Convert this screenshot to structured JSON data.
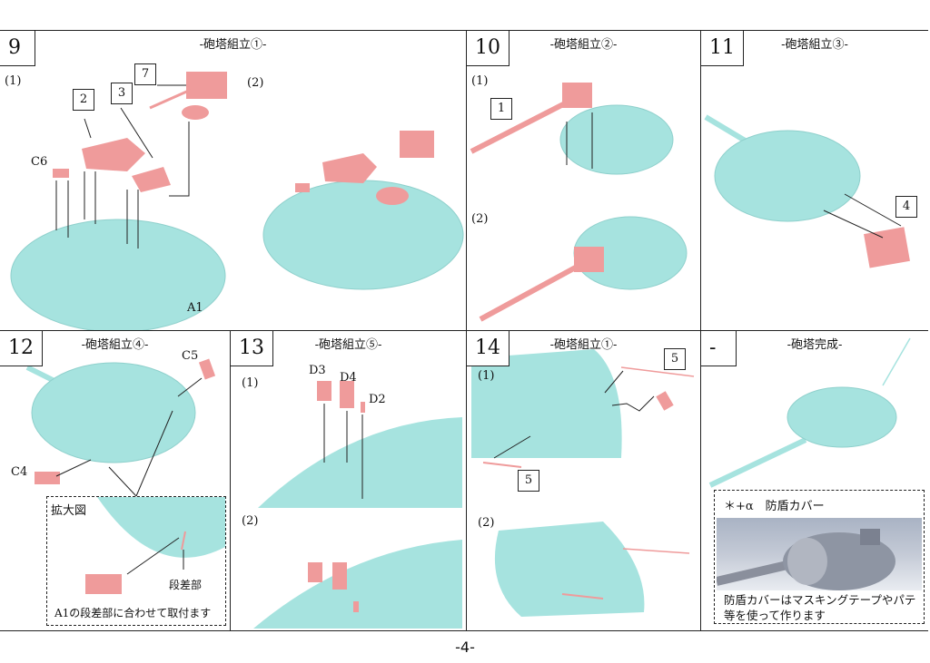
{
  "steps": [
    {
      "num": "9",
      "title": "-砲塔組立①-",
      "subs": [
        "(1)",
        "(2)"
      ],
      "parts": [
        "7",
        "2",
        "3"
      ],
      "labels": [
        "C6",
        "A1"
      ]
    },
    {
      "num": "10",
      "title": "-砲塔組立②-",
      "subs": [
        "(1)",
        "(2)"
      ],
      "parts": [
        "1"
      ]
    },
    {
      "num": "11",
      "title": "-砲塔組立③-",
      "parts": [
        "4"
      ]
    },
    {
      "num": "12",
      "title": "-砲塔組立④-",
      "labels": [
        "C5",
        "C4"
      ],
      "inset": {
        "heading": "拡大図",
        "marker": "段差部",
        "caption": "A1の段差部に合わせて取付ます"
      }
    },
    {
      "num": "13",
      "title": "-砲塔組立⑤-",
      "subs": [
        "(1)",
        "(2)"
      ],
      "labels": [
        "D3",
        "D4",
        "D2"
      ]
    },
    {
      "num": "14",
      "title": "-砲塔組立①-",
      "subs": [
        "(1)",
        "(2)"
      ],
      "parts": [
        "5",
        "5"
      ]
    },
    {
      "num": "-",
      "title": "-砲塔完成-",
      "note": {
        "heading": "＊+α　防盾カバー",
        "text": "防盾カバーはマスキングテープやパテ等を使って作ります"
      }
    }
  ],
  "page_number": "-4-",
  "colors": {
    "hull": "#a6e3df",
    "part": "#ef9b9b",
    "line": "#222222"
  }
}
